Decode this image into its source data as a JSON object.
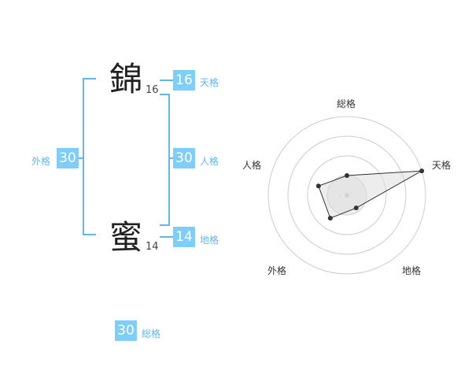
{
  "characters": [
    {
      "char": "錦",
      "strokes": "16"
    },
    {
      "char": "蜜",
      "strokes": "14"
    }
  ],
  "kakaku": {
    "tenkaku": {
      "value": "16",
      "label": "天格"
    },
    "jinkaku": {
      "value": "30",
      "label": "人格"
    },
    "chikaku": {
      "value": "14",
      "label": "地格"
    },
    "gaikaku": {
      "value": "30",
      "label": "外格"
    },
    "soukaku": {
      "value": "30",
      "label": "総格"
    }
  },
  "colors": {
    "accent": "#7fcdfa",
    "bracket": "#64b5ea",
    "radar_fill": "#eeeeee"
  },
  "chart_data": {
    "type": "radar",
    "axes": [
      "総格",
      "天格",
      "地格",
      "外格",
      "人格"
    ],
    "values": [
      0.25,
      1.0,
      0.2,
      0.36,
      0.38
    ],
    "rings": 4
  }
}
